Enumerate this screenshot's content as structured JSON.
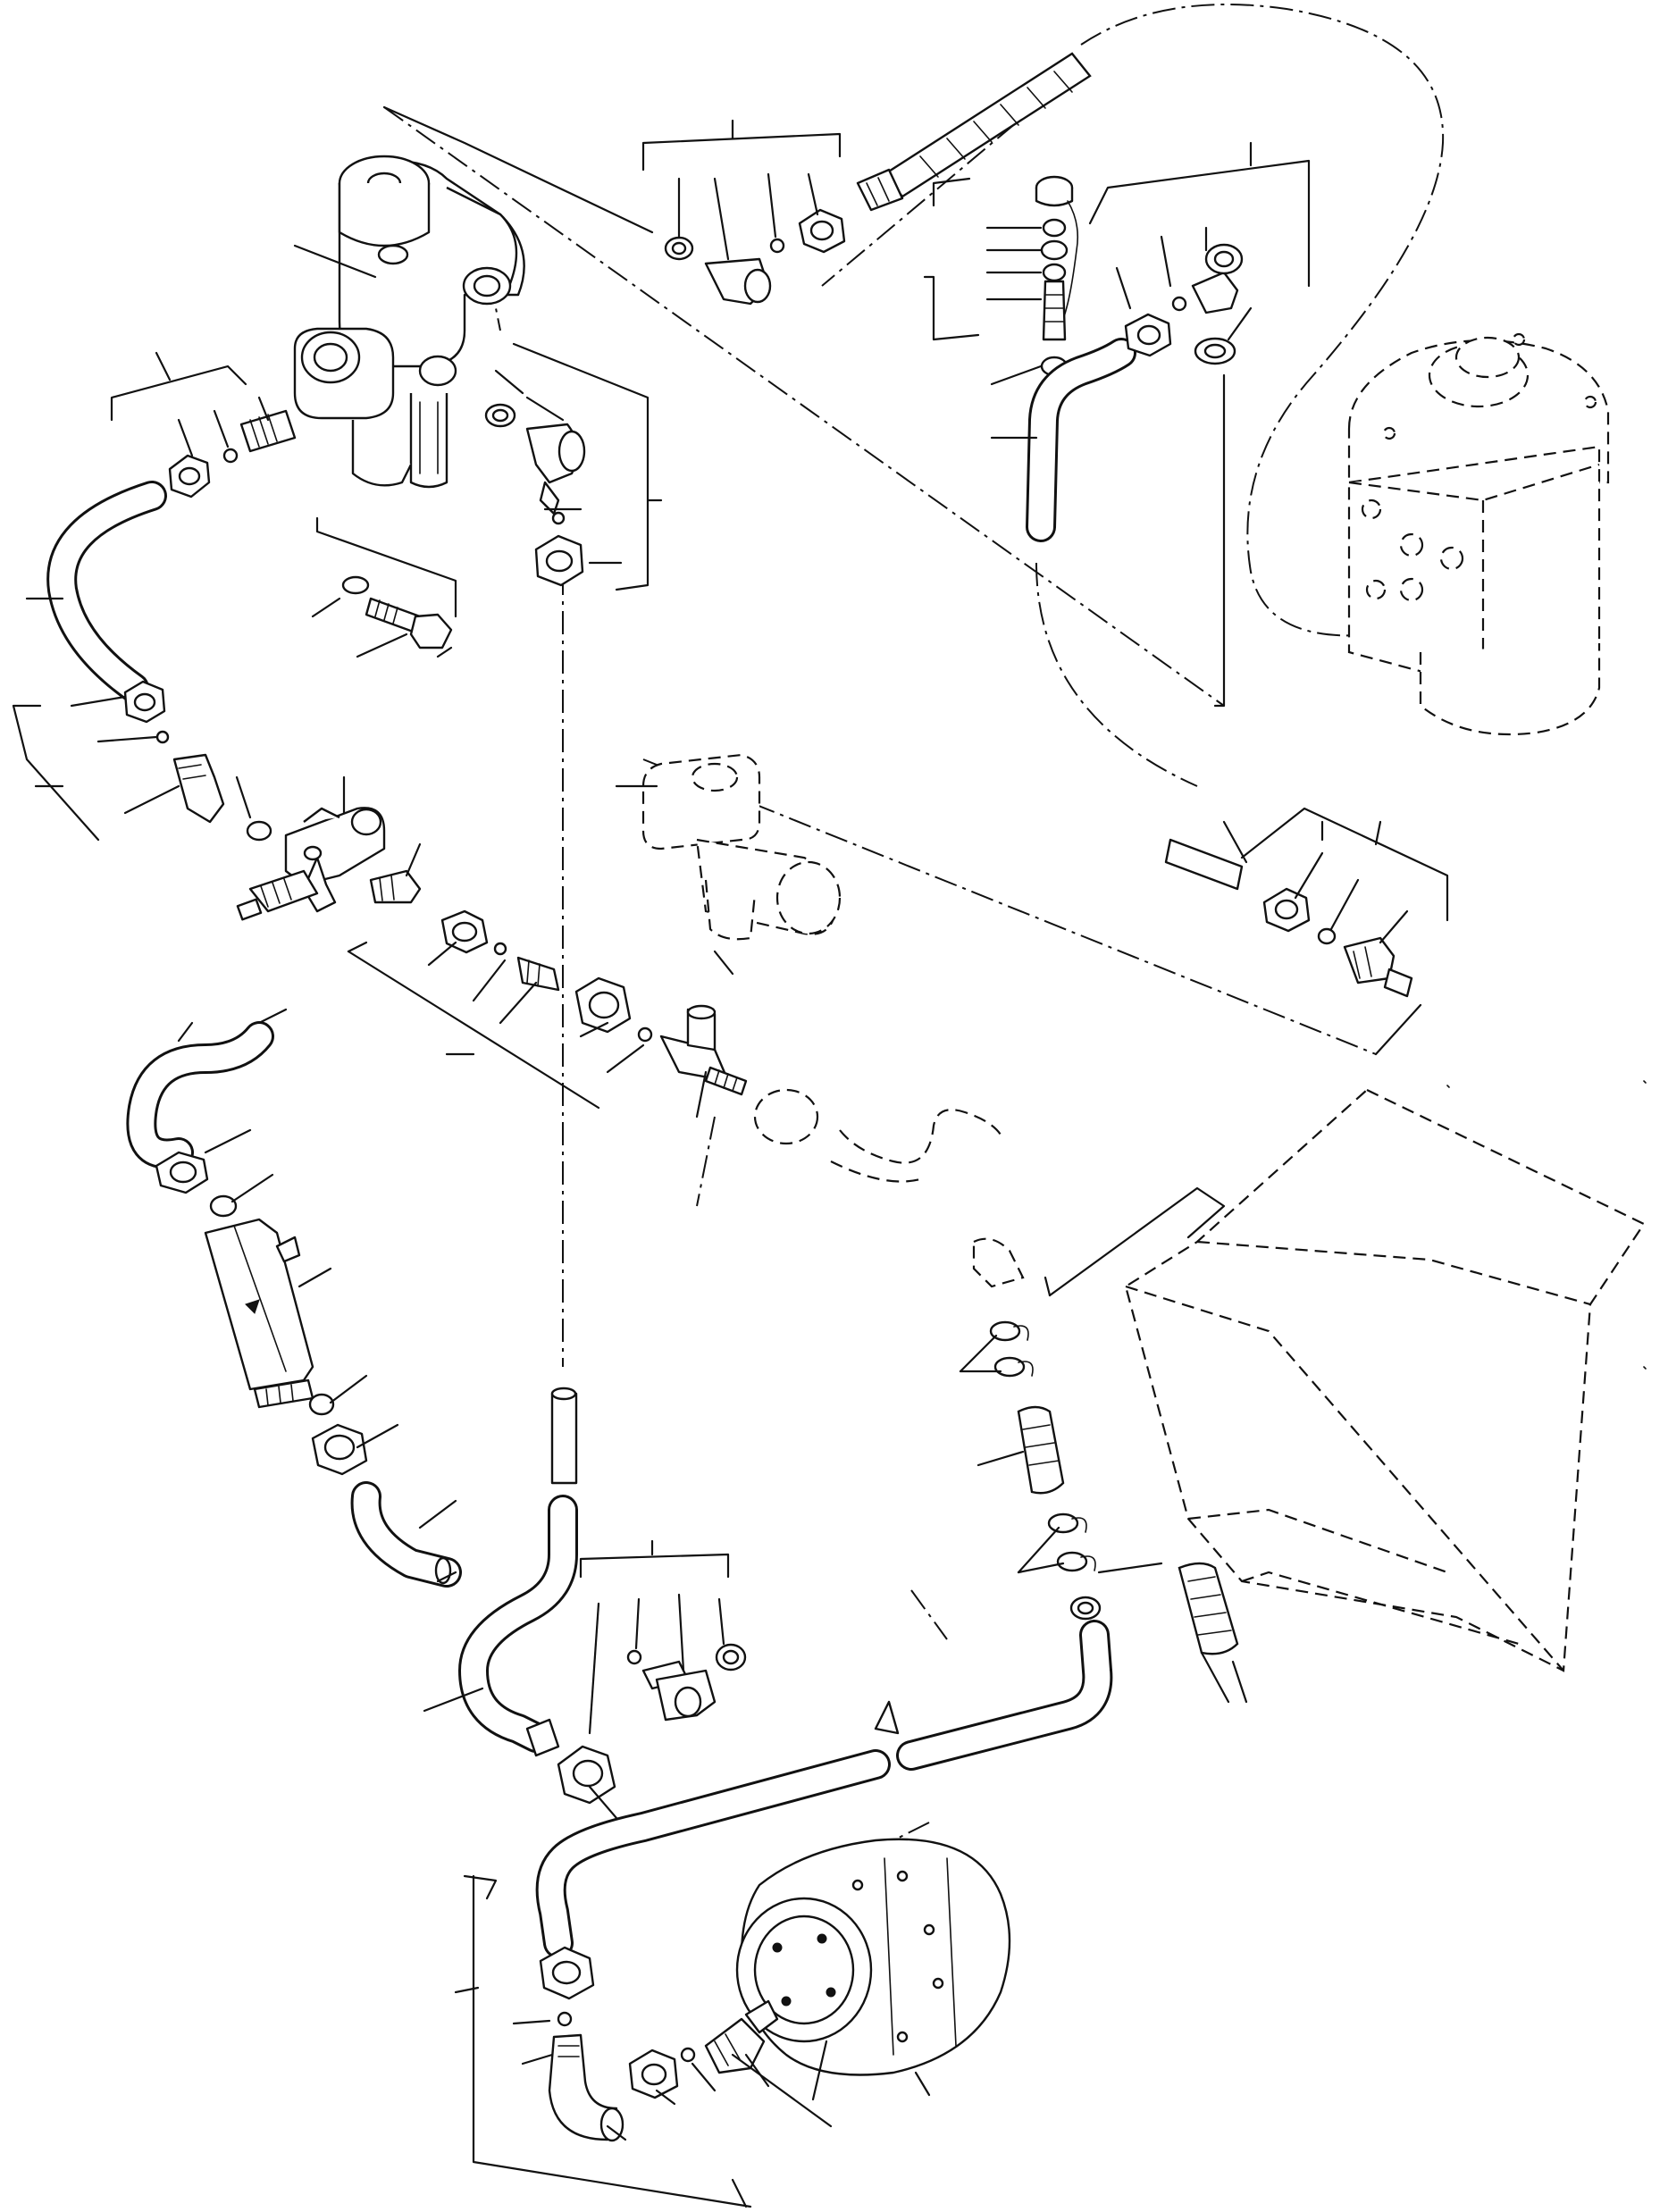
{
  "diagram": {
    "components": [
      {
        "id": "control-valve",
        "icon": "valve-block-icon"
      },
      {
        "id": "orbitrol-steering-unit",
        "icon": "steering-unit-icon"
      },
      {
        "id": "flow-divider-valve",
        "icon": "valve-icon"
      },
      {
        "id": "in-line-filter",
        "icon": "filter-icon"
      },
      {
        "id": "steering-pump",
        "icon": "pump-icon"
      },
      {
        "id": "tee-adapter",
        "icon": "tee-fitting-icon"
      },
      {
        "id": "oil-tank",
        "icon": "tank-icon"
      },
      {
        "id": "suction-hose",
        "icon": "hose-icon"
      }
    ],
    "line_styles": [
      "solid",
      "dashed",
      "phantom-chain"
    ],
    "text_labels": []
  }
}
